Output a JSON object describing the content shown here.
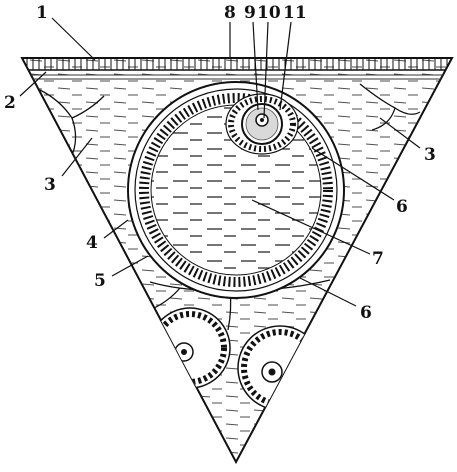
{
  "figure": {
    "callouts": [
      "1",
      "2",
      "3",
      "3",
      "4",
      "5",
      "6",
      "6",
      "7",
      "8",
      "9",
      "10",
      "11"
    ]
  },
  "colors": {
    "ink": "#111111",
    "paper": "#ffffff",
    "membrane": "#d9d9d9"
  }
}
